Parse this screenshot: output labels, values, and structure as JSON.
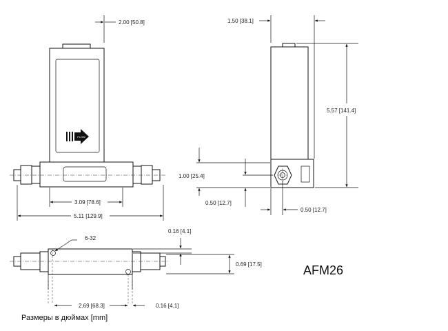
{
  "model": "AFM26",
  "caption": "Размеры в дюймах [mm]",
  "flow_label": "FLOW",
  "dimensions": {
    "top_width": "2.00 [50.8]",
    "side_width": "1.50 [38.1]",
    "height": "5.57 [141.4]",
    "fitting_height": "1.00 [25.4]",
    "fitting_offset_v": "0.50 [12.7]",
    "fitting_offset_h": "0.50 [12.7]",
    "body_length": "3.09 [78.6]",
    "overall_length": "5.11 [129.9]",
    "thread": "6-32",
    "hole_offset": "0.16 [4.1]",
    "base_width": "0.69 [17.5]",
    "hole_spacing": "2.69 [68.3]",
    "hole_end_offset": "0.16 [4.1]"
  }
}
